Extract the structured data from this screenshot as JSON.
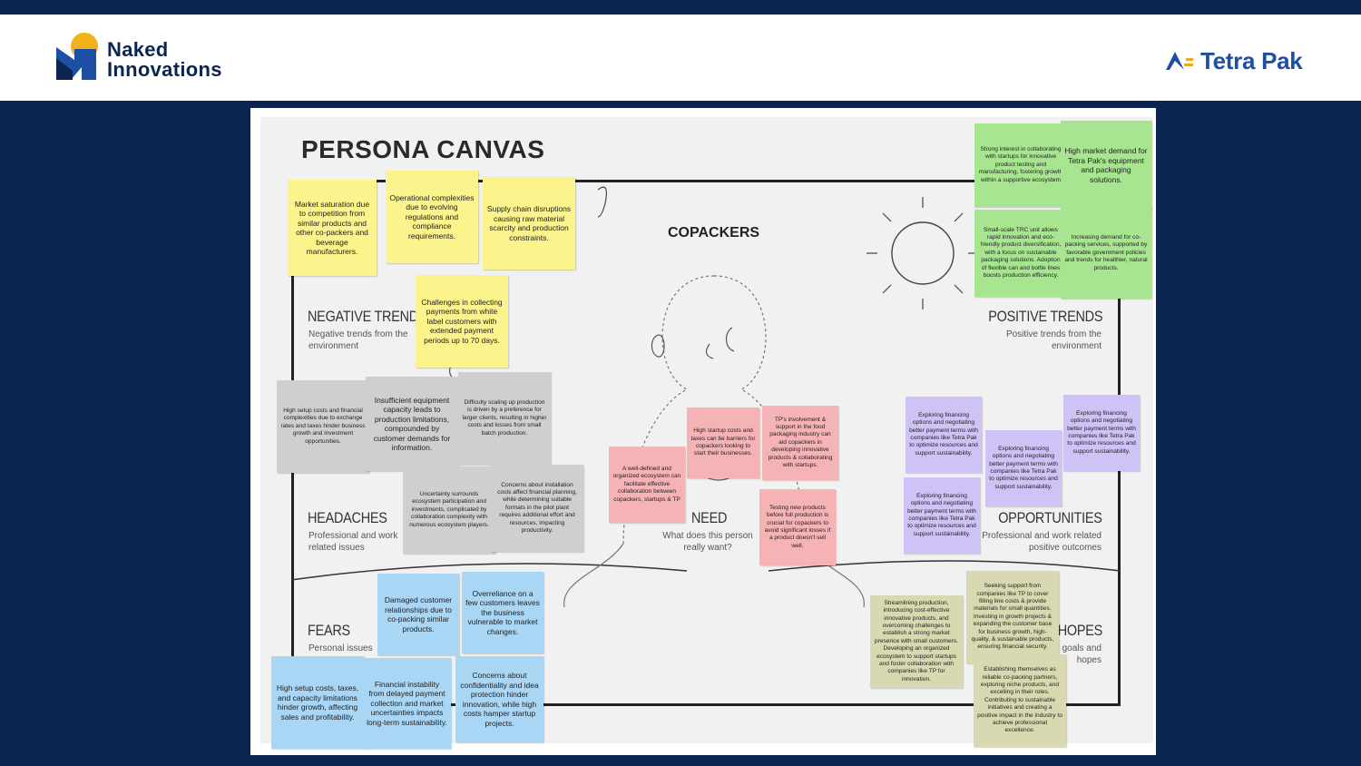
{
  "header": {
    "left_logo": {
      "line1": "Naked",
      "line2": "Innovations",
      "icon": "naked-innovations-logo"
    },
    "right_logo": {
      "text": "Tetra Pak",
      "icon": "tetra-pak-logo"
    }
  },
  "canvas": {
    "title": "PERSONA CANVAS",
    "persona": "COPACKERS",
    "sections": {
      "negative_trends": {
        "title": "NEGATIVE TRENDS",
        "subtitle_1": "Negative trends from the",
        "subtitle_2": "environment"
      },
      "positive_trends": {
        "title": "POSITIVE TRENDS",
        "subtitle_1": "Positive trends from the",
        "subtitle_2": "environment"
      },
      "headaches": {
        "title": "HEADACHES",
        "subtitle_1": "Professional and work",
        "subtitle_2": "related issues"
      },
      "need": {
        "title": "NEED",
        "subtitle_1": "What does this person",
        "subtitle_2": "really want?"
      },
      "opportunities": {
        "title": "OPPORTUNITIES",
        "subtitle_1": "Professional and work related",
        "subtitle_2": "positive outcomes"
      },
      "fears": {
        "title": "FEARS",
        "subtitle_1": "Personal issues"
      },
      "hopes": {
        "title": "HOPES",
        "subtitle_1": "goals and",
        "subtitle_2": "hopes"
      }
    },
    "notes": {
      "neg1": "Market saturation due to competition from similar products and other co-packers and beverage manufacturers.",
      "neg2": "Operational complexities due to evolving regulations and compliance requirements.",
      "neg3": "Supply chain disruptions causing raw material scarcity and production constraints.",
      "neg4": "Challenges in collecting payments from white label customers with extended payment periods up to 70 days.",
      "pos1": "Strong interest in collaborating with startups for innovative product testing and manufacturing, fostering growth within a supportive ecosystem",
      "pos2": "High market demand for Tetra Pak's equipment and packaging solutions.",
      "pos3": "Small-scale TRC unit allows rapid innovation and eco-friendly product diversification, with a focus on sustainable packaging solutions. Adoption of flexible can and bottle lines boosts production efficiency.",
      "pos4": "Increasing demand for co-packing services, supported by favorable government policies and trends for healthier, natural products.",
      "head1": "High setup costs and financial complexities due to exchange rates and taxes hinder business growth and investment opportunities.",
      "head2": "Insufficient equipment capacity leads to production limitations, compounded by customer demands for information.",
      "head3": "Difficulty scaling up production is driven by a preference for larger clients, resulting in higher costs and losses from small batch production.",
      "head4": "Uncertainty surrounds ecosystem participation and investments, complicated by collaboration complexity with numerous ecosystem players.",
      "head5": "Concerns about installation costs affect financial planning, while determining suitable formats in the pilot plant requires additional effort and resources, impacting productivity.",
      "need1": "A well-defined and organized ecosystem can facilitate effective collaboration between copackers, startups & TP",
      "need2": "High startup costs and taxes can be barriers for copackers looking to start their businesses.",
      "need3": "TP's involvement & support in the food packaging industry can aid copackers in developing innovative products & collaborating with startups.",
      "need4": "Testing new products before full production is crucial for copackers to avoid significant losses if a product doesn't sell well.",
      "opp1": "Exploring financing options and negotiating better payment terms with companies like Tetra Pak to optimize resources and support sustainability.",
      "opp2": "Exploring financing options and negotiating better payment terms with companies like Tetra Pak to optimize resources and support sustainability.",
      "opp3": "Exploring financing options and negotiating better payment terms with companies like Tetra Pak to optimize resources and support sustainability.",
      "opp4": "Exploring financing options and negotiating better payment terms with companies like Tetra Pak to optimize resources and support sustainability.",
      "fear1": "Damaged customer relationships due to co-packing similar products.",
      "fear2": "Overreliance on a few customers leaves the business vulnerable to market changes.",
      "fear3": "High setup costs, taxes, and capacity limitations hinder growth, affecting sales and profitability.",
      "fear4": "Financial instability from delayed payment collection and market uncertainties impacts long-term sustainability.",
      "fear5": "Concerns about confidentiality and idea protection hinder innovation, while high costs hamper startup projects.",
      "hope1": "Streamlining production, introducing cost-effective innovative products, and overcoming challenges to establish a strong market presence with small customers. Developing an organized ecosystem to support startups and foster collaboration with companies like TP for innovation.",
      "hope2": "Seeking support from companies like TP to cover filling line costs & provide materials for small quantities. Investing in growth projects & expanding the customer base for business growth, high-quality, & sustainable products, ensuring financial security.",
      "hope3": "Establishing themselves as reliable co-packing partners, exploring niche products, and excelling in their roles. Contributing to sustainable initiatives and creating a positive impact in the industry to achieve professional excellence."
    },
    "colors": {
      "negative_trends": "#fbf38b",
      "positive_trends": "#a8e590",
      "headaches": "#cfcfcf",
      "need": "#f6b3b6",
      "opportunities": "#cfc2f6",
      "fears": "#a9d6f5",
      "hopes": "#d9d9b1"
    }
  }
}
